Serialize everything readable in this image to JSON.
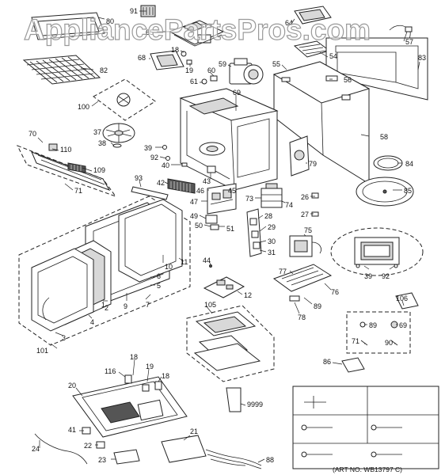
{
  "watermark": "AppliancePartsPros.com",
  "art_number": "(ART NO. WB13797 C)",
  "callouts": {
    "c80": "80",
    "c91": "91",
    "c65": "65",
    "c82": "82",
    "c68": "68",
    "c18a": "18",
    "c19a": "19",
    "c60": "60",
    "c61": "61",
    "c59": "59",
    "c64": "64",
    "c54": "54",
    "c57": "57",
    "c55": "55",
    "c56": "56",
    "c83": "83",
    "c100": "100",
    "c69": "69",
    "c37": "37",
    "c38": "38",
    "c39a": "39",
    "c92a": "92",
    "c40": "40",
    "c58": "58",
    "c70": "70",
    "c110": "110",
    "c109": "109",
    "c71a": "71",
    "c93": "93",
    "c42": "42",
    "c43": "43",
    "c46": "46",
    "c45": "45",
    "c73": "73",
    "c74": "74",
    "c79": "79",
    "c84": "84",
    "c85": "85",
    "c26": "26",
    "c27": "27",
    "c47": "47",
    "c49": "49",
    "c50": "50",
    "c51": "51",
    "c28": "28",
    "c29": "29",
    "c30": "30",
    "c31": "31",
    "c75": "75",
    "c10": "10",
    "c11": "11",
    "c44": "44",
    "c6": "6",
    "c5": "5",
    "c7": "7",
    "c1": "1",
    "c2": "2",
    "c9": "9",
    "c4": "4",
    "c39b": "39",
    "c92b": "92",
    "c77": "77",
    "c76": "76",
    "c12": "12",
    "c89a": "89",
    "c78": "78",
    "c105": "105",
    "c106": "106",
    "c3": "3",
    "c101": "101",
    "c89b": "89",
    "c69b": "69",
    "c71b": "71",
    "c90": "90",
    "c86": "86",
    "c18b": "18",
    "c116": "116",
    "c19b": "19",
    "c18c": "18",
    "c20": "20",
    "c9999": "9999",
    "c41": "41",
    "c22": "22",
    "c21": "21",
    "c24": "24",
    "c23": "23",
    "c88": "88"
  }
}
